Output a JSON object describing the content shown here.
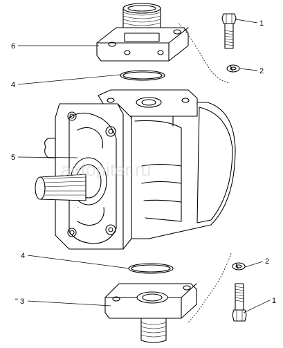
{
  "callouts": [
    {
      "id": "c1a",
      "label": "1"
    },
    {
      "id": "c2a",
      "label": "2"
    },
    {
      "id": "c6",
      "label": "6"
    },
    {
      "id": "c4a",
      "label": "4"
    },
    {
      "id": "c5",
      "label": "5"
    },
    {
      "id": "c4b",
      "label": "4"
    },
    {
      "id": "c2b",
      "label": "2"
    },
    {
      "id": "c3",
      "label": "\" 3"
    },
    {
      "id": "c1b",
      "label": "1"
    }
  ],
  "watermark": "autopiter.ru"
}
